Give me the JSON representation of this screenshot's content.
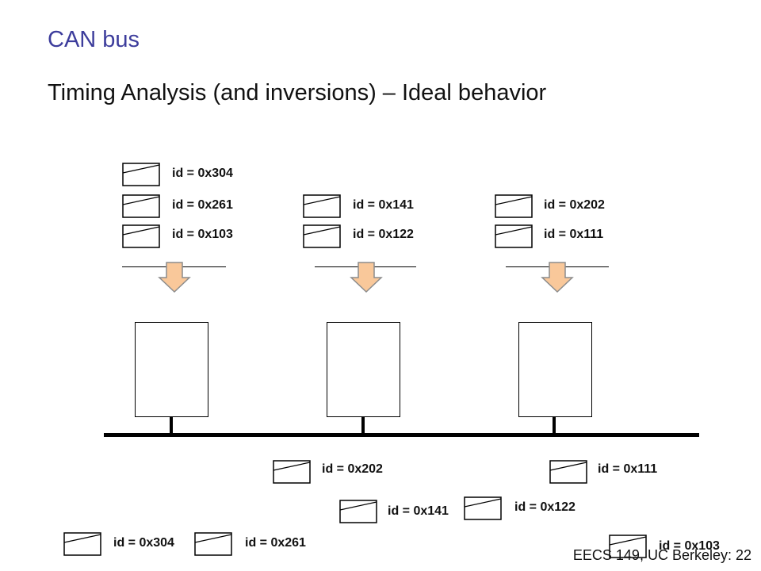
{
  "slide": {
    "heading": "CAN bus",
    "subheading": "Timing Analysis (and inversions) – Ideal behavior",
    "footer": "EECS 149, UC Berkeley: 22"
  },
  "queues": [
    {
      "node": 1,
      "messages": [
        "id = 0x304",
        "id = 0x261",
        "id = 0x103"
      ]
    },
    {
      "node": 2,
      "messages": [
        "id = 0x141",
        "id = 0x122"
      ]
    },
    {
      "node": 3,
      "messages": [
        "id = 0x202",
        "id = 0x111"
      ]
    }
  ],
  "bus_messages": {
    "m1": "id = 0x202",
    "m2": "id = 0x111",
    "m3": "id = 0x141",
    "m4": "id = 0x122",
    "m5": "id = 0x304",
    "m6": "id = 0x261",
    "m7": "id = 0x103"
  },
  "colors": {
    "heading": "#3d3d9c",
    "arrow_fill": "#f9c89a",
    "arrow_stroke": "#8c8c8c"
  }
}
